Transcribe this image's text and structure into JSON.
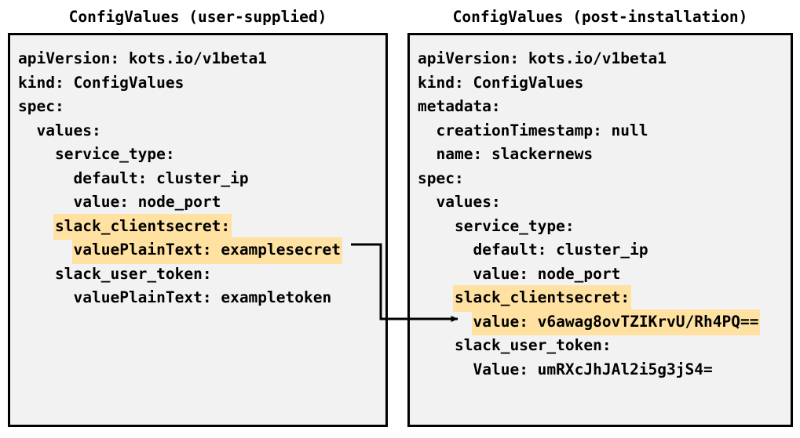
{
  "panels": {
    "left": {
      "title": "ConfigValues (user-supplied)",
      "lines": [
        {
          "text": "apiVersion: kots.io/v1beta1",
          "indent": 0,
          "highlight": false
        },
        {
          "text": "kind: ConfigValues",
          "indent": 0,
          "highlight": false
        },
        {
          "text": "spec:",
          "indent": 0,
          "highlight": false
        },
        {
          "text": "values:",
          "indent": 1,
          "highlight": false
        },
        {
          "text": "service_type:",
          "indent": 2,
          "highlight": false
        },
        {
          "text": "default: cluster_ip",
          "indent": 3,
          "highlight": false
        },
        {
          "text": "value: node_port",
          "indent": 3,
          "highlight": false
        },
        {
          "text": "slack_clientsecret:",
          "indent": 2,
          "highlight": true
        },
        {
          "text": "valuePlainText: examplesecret",
          "indent": 3,
          "highlight": true
        },
        {
          "text": "slack_user_token:",
          "indent": 2,
          "highlight": false
        },
        {
          "text": "valuePlainText: exampletoken",
          "indent": 3,
          "highlight": false
        }
      ]
    },
    "right": {
      "title": "ConfigValues (post-installation)",
      "lines": [
        {
          "text": "apiVersion: kots.io/v1beta1",
          "indent": 0,
          "highlight": false
        },
        {
          "text": "kind: ConfigValues",
          "indent": 0,
          "highlight": false
        },
        {
          "text": "metadata:",
          "indent": 0,
          "highlight": false
        },
        {
          "text": "creationTimestamp: null",
          "indent": 1,
          "highlight": false
        },
        {
          "text": "name: slackernews",
          "indent": 1,
          "highlight": false
        },
        {
          "text": "spec:",
          "indent": 0,
          "highlight": false
        },
        {
          "text": "values:",
          "indent": 1,
          "highlight": false
        },
        {
          "text": "service_type:",
          "indent": 2,
          "highlight": false
        },
        {
          "text": "default: cluster_ip",
          "indent": 3,
          "highlight": false
        },
        {
          "text": "value: node_port",
          "indent": 3,
          "highlight": false
        },
        {
          "text": "slack_clientsecret:",
          "indent": 2,
          "highlight": true
        },
        {
          "text": "value: v6awag8ovTZIKrvU/Rh4PQ==",
          "indent": 3,
          "highlight": true
        },
        {
          "text": "slack_user_token:",
          "indent": 2,
          "highlight": false
        },
        {
          "text": "Value: umRXcJhJAl2i5g3jS4=",
          "indent": 3,
          "highlight": false
        }
      ]
    }
  },
  "connector": {
    "label": "secret-transform-arrow",
    "from": "left.valuePlainText: examplesecret",
    "to": "right.value: v6awag8ovTZIKrvU/Rh4PQ==",
    "color": "#000000"
  },
  "colors": {
    "highlight": "#ffe2a2",
    "panel_background": "#f2f2f2",
    "border": "#000000",
    "text": "#000000",
    "page_background": "#ffffff"
  }
}
